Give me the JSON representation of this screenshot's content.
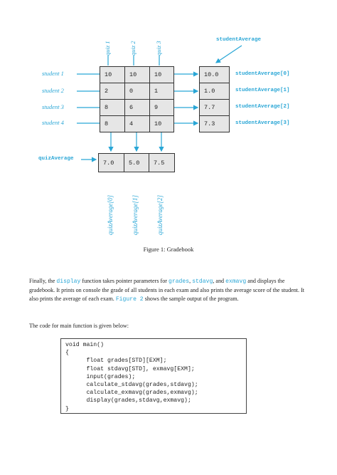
{
  "diagram": {
    "quiz_labels": [
      "quiz 1",
      "quiz 2",
      "quiz 3"
    ],
    "student_labels": [
      "student 1",
      "student 2",
      "student 3",
      "student 4"
    ],
    "grades": [
      [
        "10",
        "10",
        "10"
      ],
      [
        "2",
        "0",
        "1"
      ],
      [
        "8",
        "6",
        "9"
      ],
      [
        "8",
        "4",
        "10"
      ]
    ],
    "student_average_title": "studentAverage",
    "student_averages": [
      "10.0",
      "1.0",
      "7.7",
      "7.3"
    ],
    "student_average_labels": [
      "studentAverage[0]",
      "studentAverage[1]",
      "studentAverage[2]",
      "studentAverage[3]"
    ],
    "quiz_average_title": "quizAverage",
    "quiz_averages": [
      "7.0",
      "5.0",
      "7.5"
    ],
    "quiz_average_labels": [
      "quizAverage[0]",
      "quizAverage[1]",
      "quizAverage[2]"
    ],
    "colors": {
      "accent": "#29a6d6",
      "cell_fill": "#e6e6e6"
    }
  },
  "caption": "Figure 1: Gradebook",
  "paragraph1": {
    "t1": "Finally, the ",
    "c1": "display",
    "t2": " function takes pointer parameters for ",
    "c2": "grades",
    "t3": ", ",
    "c3": "stdavg",
    "t4": ", and ",
    "c4": "exmavg",
    "t5": " and displays the gradebook. It prints on console the grade of all students in each exam and also prints the average score of the student. It also prints the average of each exam. ",
    "c5": "Figure 2",
    "t6": " shows the sample output of the program."
  },
  "paragraph2": "The code for main function is given below:",
  "code_lines": [
    "void main()",
    "{",
    "      float grades[STD][EXM];",
    "      float stdavg[STD], exmavg[EXM];",
    "      input(grades);",
    "      calculate_stdavg(grades,stdavg);",
    "      calculate_exmavg(grades,exmavg);",
    "      display(grades,stdavg,exmavg);",
    "}"
  ]
}
